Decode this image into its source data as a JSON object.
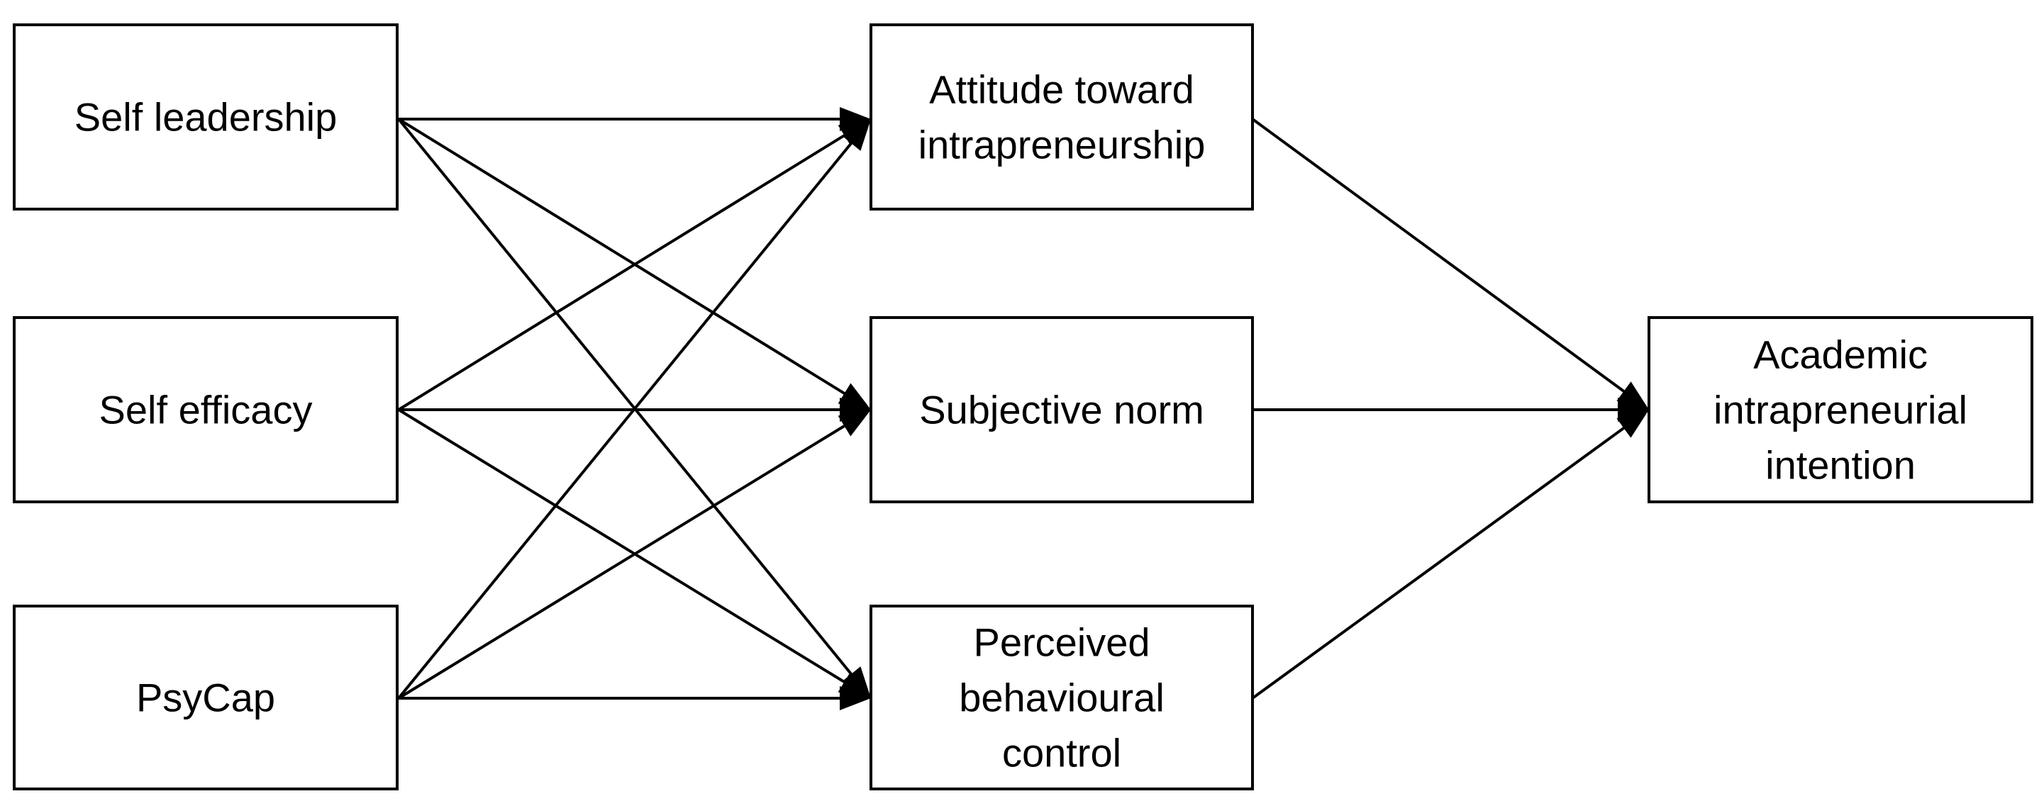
{
  "diagram": {
    "type": "path-model",
    "line_color": "#000000",
    "box_fill": "#ffffff",
    "nodes": [
      {
        "id": "self_leadership",
        "lines": [
          "Self leadership"
        ]
      },
      {
        "id": "self_efficacy",
        "lines": [
          "Self efficacy"
        ]
      },
      {
        "id": "psycap",
        "lines": [
          "PsyCap"
        ]
      },
      {
        "id": "attitude",
        "lines": [
          "Attitude toward",
          "intrapreneurship"
        ]
      },
      {
        "id": "subjective_norm",
        "lines": [
          "Subjective norm"
        ]
      },
      {
        "id": "pbc",
        "lines": [
          "Perceived",
          "behavioural",
          "control"
        ]
      },
      {
        "id": "intention",
        "lines": [
          "Academic",
          "intrapreneurial",
          "intention"
        ]
      }
    ],
    "edges": [
      {
        "from": "self_leadership",
        "to": "attitude"
      },
      {
        "from": "self_leadership",
        "to": "subjective_norm"
      },
      {
        "from": "self_leadership",
        "to": "pbc"
      },
      {
        "from": "self_efficacy",
        "to": "attitude"
      },
      {
        "from": "self_efficacy",
        "to": "subjective_norm"
      },
      {
        "from": "self_efficacy",
        "to": "pbc"
      },
      {
        "from": "psycap",
        "to": "attitude"
      },
      {
        "from": "psycap",
        "to": "subjective_norm"
      },
      {
        "from": "psycap",
        "to": "pbc"
      },
      {
        "from": "attitude",
        "to": "intention"
      },
      {
        "from": "subjective_norm",
        "to": "intention"
      },
      {
        "from": "pbc",
        "to": "intention"
      }
    ]
  }
}
